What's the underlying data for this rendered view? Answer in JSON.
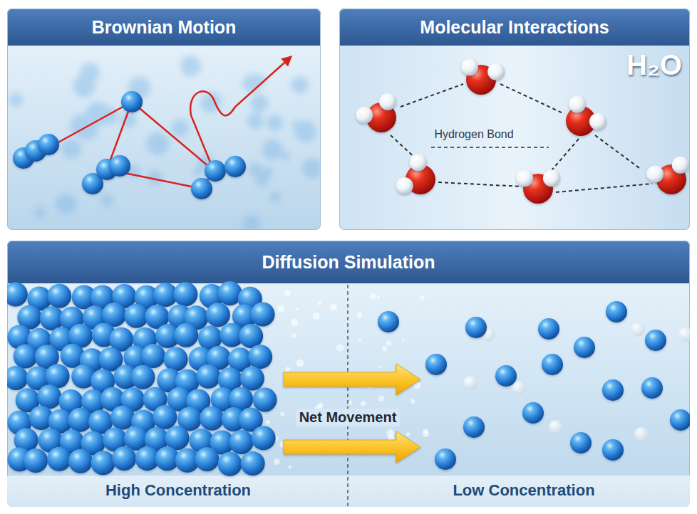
{
  "diagram": {
    "nodes": [
      {
        "text": [
          "Brownian Motion"
        ]
      },
      {
        "text": [
          "Molecular Interactions"
        ]
      },
      {
        "text": [
          "Diffusion Simulation"
        ]
      }
    ],
    "labels": [
      "H₂O",
      "Hydrogen Bond",
      "Net Movement",
      "High Concentration",
      "Low Concentration"
    ]
  }
}
